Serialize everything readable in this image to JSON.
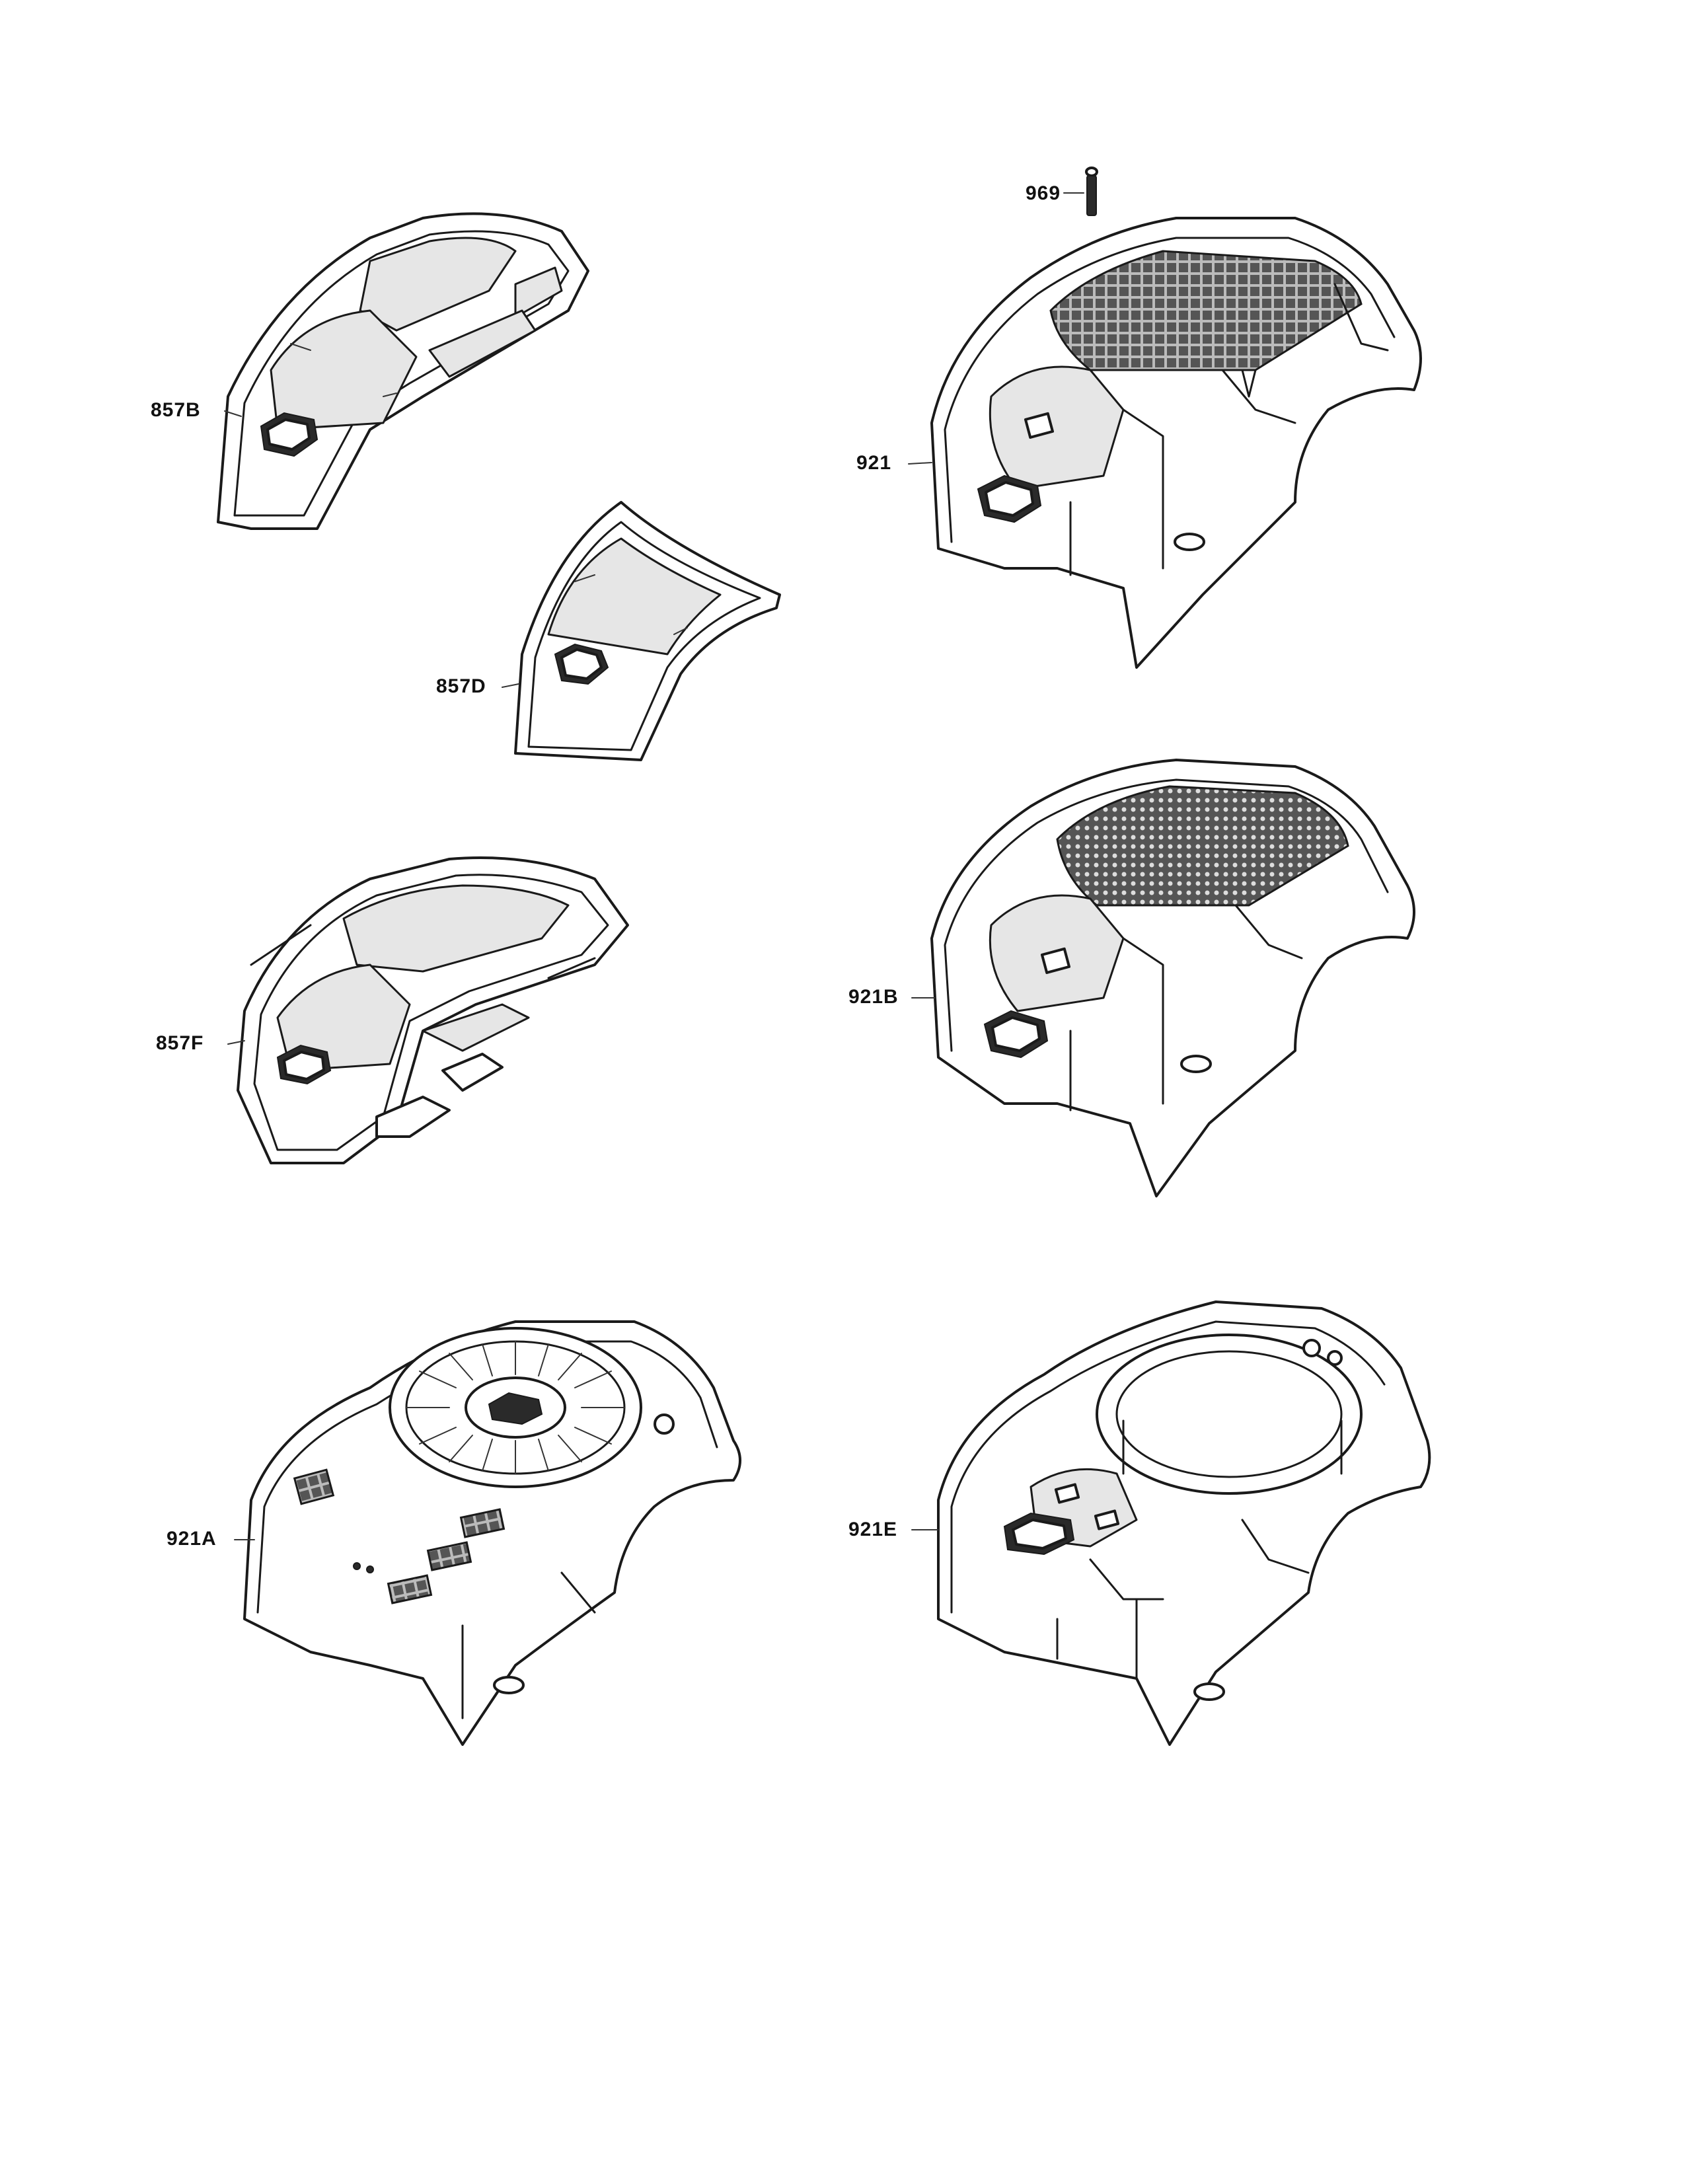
{
  "parts": [
    {
      "id": "857B",
      "label": "857B",
      "name": "cover-857b"
    },
    {
      "id": "857D",
      "label": "857D",
      "name": "cover-857d"
    },
    {
      "id": "857F",
      "label": "857F",
      "name": "cover-857f"
    },
    {
      "id": "921",
      "label": "921",
      "name": "cover-921"
    },
    {
      "id": "969",
      "label": "969",
      "name": "screw-969"
    },
    {
      "id": "921B",
      "label": "921B",
      "name": "cover-921b"
    },
    {
      "id": "921A",
      "label": "921A",
      "name": "cover-921a"
    },
    {
      "id": "921E",
      "label": "921E",
      "name": "cover-921e"
    }
  ]
}
